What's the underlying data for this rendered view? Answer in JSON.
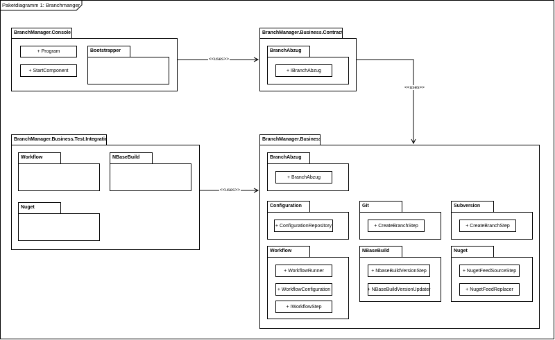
{
  "frame": {
    "title": "Paketdiagramm 1: Branchmanger"
  },
  "packages": {
    "console": {
      "name": "BranchManager.Console",
      "classes": [
        "+ Program",
        "+ StartComponent"
      ],
      "bootstrapper": {
        "name": "Bootstrapper"
      }
    },
    "contract": {
      "name": "BranchManager.Business.Contract",
      "branchabzug": {
        "name": "BranchAbzug",
        "classes": [
          "+ IBranchAbzug"
        ]
      }
    },
    "test_integration": {
      "name": "BranchManager.Business.Test.Integration",
      "workflow": {
        "name": "Workflow"
      },
      "nbasebuild": {
        "name": "NBaseBuild"
      },
      "nuget": {
        "name": "Nuget"
      }
    },
    "business": {
      "name": "BranchManager.Business",
      "branchabzug": {
        "name": "BranchAbzug",
        "classes": [
          "+ BranchAbzug"
        ]
      },
      "configuration": {
        "name": "Configuration",
        "classes": [
          "+ ConfigurationRepository"
        ]
      },
      "git": {
        "name": "Git",
        "classes": [
          "+ CreateBranchStep"
        ]
      },
      "subversion": {
        "name": "Subversion",
        "classes": [
          "+ CreateBranchStep"
        ]
      },
      "workflow": {
        "name": "Workflow",
        "classes": [
          "+ WorkflowRunner",
          "+ WorkflowConfiguration",
          "+ IWorkflowStep"
        ]
      },
      "nbasebuild": {
        "name": "NBaseBuild",
        "classes": [
          "+ NbaseBuildVersionStep",
          "+ NBaseBuildVersionUpdater"
        ]
      },
      "nuget": {
        "name": "Nuget",
        "classes": [
          "+ NugetFeedSourceStep",
          "+ NugetFeedReplacer"
        ]
      }
    }
  },
  "dependencies": {
    "console_to_contract": "<<uses>>",
    "contract_to_business": "<<uses>>",
    "test_to_business": "<<uses>>"
  }
}
